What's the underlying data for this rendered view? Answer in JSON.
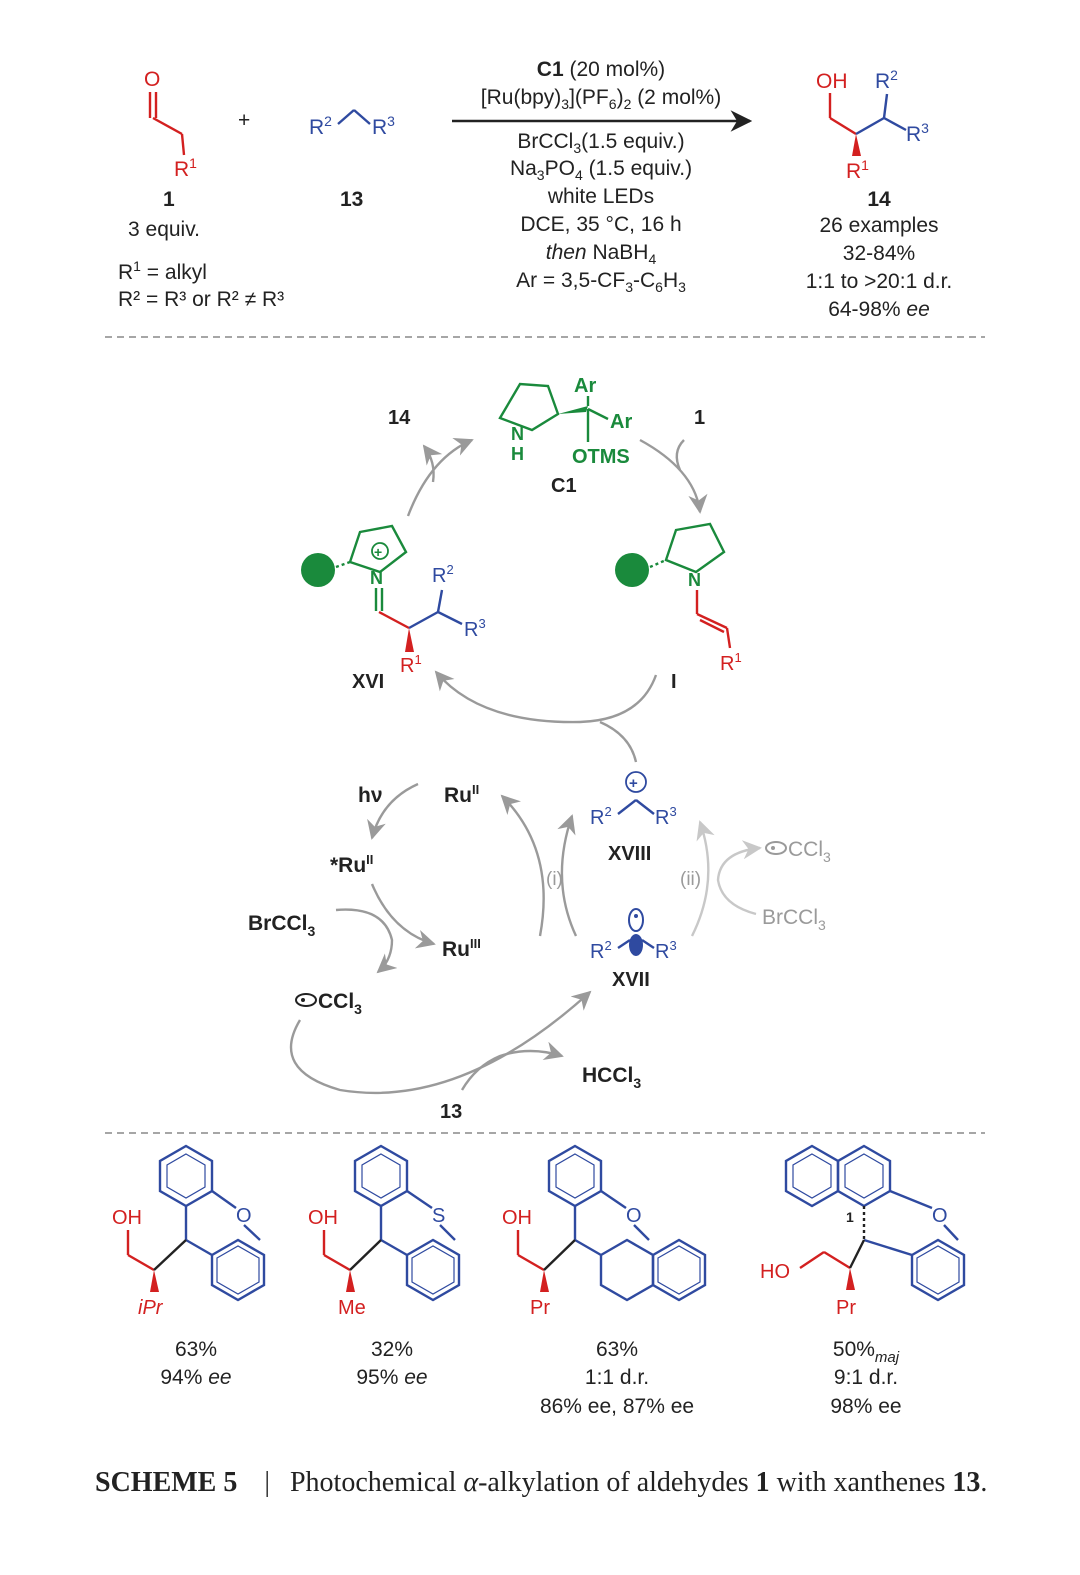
{
  "colors": {
    "red": "#d32020",
    "blue": "#2f4aa0",
    "green": "#1a8a3c",
    "grey": "#9a9a9a",
    "light": "#c8c8c8",
    "text": "#222222"
  },
  "reaction": {
    "compound1_label": "1",
    "compound1_equiv": "3 equiv.",
    "r1_def_a": "R",
    "r1_def_b": "1",
    "r1_def_c": " = alkyl",
    "plus": "+",
    "compound13_label": "13",
    "r2_def": "R² = R³ or R² ≠ R³",
    "conditions": {
      "c1_name": "C1",
      "c1_amount": " (20 mol%)",
      "ru_a": "[Ru(bpy)",
      "ru_b": "3",
      "ru_c": "](PF",
      "ru_d": "6",
      "ru_e": ")",
      "ru_f": "2",
      "ru_g": " (2 mol%)",
      "brccl3_a": "BrCCl",
      "brccl3_b": "3",
      "brccl3_c": "(1.5 equiv.)",
      "na_a": "Na",
      "na_b": "3",
      "na_c": "PO",
      "na_d": "4",
      "na_e": " (1.5 equiv.)",
      "light": "white LEDs",
      "solvent": "DCE, 35 °C, 16 h",
      "then_a": "then",
      "then_b": " NaBH",
      "then_c": "4",
      "ar_a": "Ar = 3,5-CF",
      "ar_b": "3",
      "ar_c": "-C",
      "ar_d": "6",
      "ar_e": "H",
      "ar_f": "3"
    },
    "product_label": "14",
    "product_examples": "26 examples",
    "product_yield": "32-84%",
    "product_dr": "1:1 to >20:1 d.r.",
    "product_ee_a": "64-98% ",
    "product_ee_b": "ee"
  },
  "cycle": {
    "c1_label": "C1",
    "ar": "Ar",
    "otms": "OTMS",
    "nh_n": "N",
    "nh_h": "H",
    "label_14": "14",
    "label_1": "1",
    "label_xvi": "XVI",
    "label_i": "I",
    "ru_ii": "Ru",
    "ru_ii_sup": "II",
    "ru_star": "*Ru",
    "ru_star_sup": "II",
    "ru_iii": "Ru",
    "ru_iii_sup": "III",
    "hv": "hν",
    "brccl3": "BrCCl",
    "brccl3_sub": "3",
    "ccl3": "CCl",
    "ccl3_sub": "3",
    "xviii": "XVIII",
    "xvii": "XVII",
    "path_i": "(i)",
    "path_ii": "(ii)",
    "hccl3": "HCCl",
    "hccl3_sub": "3",
    "label_13": "13"
  },
  "examples": [
    {
      "sub": "iPr",
      "hetero": "O",
      "yield": "63%",
      "line2a": "94% ",
      "line2b": "ee",
      "line3": ""
    },
    {
      "sub": "Me",
      "hetero": "S",
      "yield": "32%",
      "line2a": "95% ",
      "line2b": "ee",
      "line3": ""
    },
    {
      "sub": "Pr",
      "hetero": "O",
      "yield": "63%",
      "line2a": "1:1 d.r.",
      "line2b": "",
      "line3": "86% ee, 87% ee"
    },
    {
      "sub": "Pr",
      "hetero": "O",
      "yield": "50%",
      "yield_sub": "maj",
      "line2a": "9:1 d.r.",
      "line2b": "",
      "line3": "98% ee",
      "ring_num": "1"
    }
  ],
  "oh": "OH",
  "ho": "HO",
  "caption": {
    "scheme": "SCHEME 5",
    "sep": "|",
    "text_a": "Photochemical ",
    "alpha": "α",
    "text_b": "-alkylation of aldehydes ",
    "num1": "1",
    "text_c": " with xanthenes ",
    "num13": "13",
    "end": "."
  }
}
